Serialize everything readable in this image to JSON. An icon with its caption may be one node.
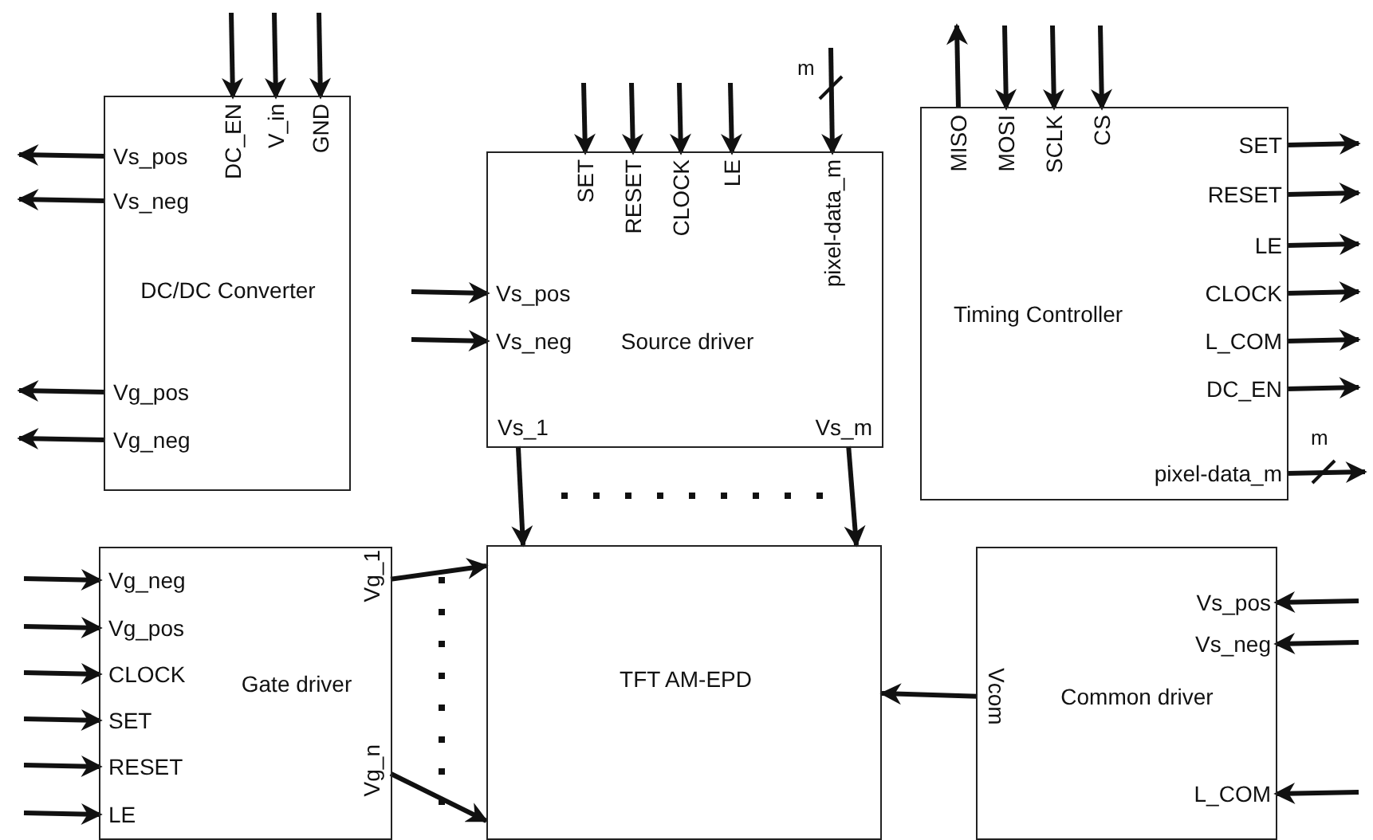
{
  "diagram": {
    "nodes": [
      {
        "text": [
          "DC/DC Converter"
        ]
      },
      {
        "text": [
          "DC_EN"
        ],
        "in": 0
      },
      {
        "text": [
          "V_in"
        ],
        "in": 0
      },
      {
        "text": [
          "GND"
        ],
        "in": 0
      },
      {
        "text": [
          "Vs_pos"
        ],
        "in": 0
      },
      {
        "text": [
          "Vs_neg"
        ],
        "in": 0
      },
      {
        "text": [
          "Vg_pos"
        ],
        "in": 0
      },
      {
        "text": [
          "Vg_neg"
        ],
        "in": 0
      },
      {
        "text": [
          "Source driver"
        ]
      },
      {
        "text": [
          "SET"
        ],
        "in": 8
      },
      {
        "text": [
          "RESET"
        ],
        "in": 8
      },
      {
        "text": [
          "CLOCK"
        ],
        "in": 8
      },
      {
        "text": [
          "LE"
        ],
        "in": 8
      },
      {
        "text": [
          "pixel-data_m"
        ],
        "in": 8
      },
      {
        "text": [
          "Vs_pos"
        ],
        "in": 8
      },
      {
        "text": [
          "Vs_neg"
        ],
        "in": 8
      },
      {
        "text": [
          "Vs_1"
        ],
        "in": 8
      },
      {
        "text": [
          "Vs_m"
        ],
        "in": 8
      },
      {
        "text": [
          "Timing Controller"
        ]
      },
      {
        "text": [
          "MISO"
        ],
        "in": 18
      },
      {
        "text": [
          "MOSI"
        ],
        "in": 18
      },
      {
        "text": [
          "SCLK"
        ],
        "in": 18
      },
      {
        "text": [
          "CS"
        ],
        "in": 18
      },
      {
        "text": [
          "SET"
        ],
        "in": 18
      },
      {
        "text": [
          "RESET"
        ],
        "in": 18
      },
      {
        "text": [
          "LE"
        ],
        "in": 18
      },
      {
        "text": [
          "CLOCK"
        ],
        "in": 18
      },
      {
        "text": [
          "L_COM"
        ],
        "in": 18
      },
      {
        "text": [
          "DC_EN"
        ],
        "in": 18
      },
      {
        "text": [
          "pixel-data_m"
        ],
        "in": 18
      },
      {
        "text": [
          "Gate driver"
        ]
      },
      {
        "text": [
          "Vg_neg"
        ],
        "in": 30
      },
      {
        "text": [
          "Vg_pos"
        ],
        "in": 30
      },
      {
        "text": [
          "CLOCK"
        ],
        "in": 30
      },
      {
        "text": [
          "SET"
        ],
        "in": 30
      },
      {
        "text": [
          "RESET"
        ],
        "in": 30
      },
      {
        "text": [
          "LE"
        ],
        "in": 30
      },
      {
        "text": [
          "Vg_1"
        ],
        "in": 30
      },
      {
        "text": [
          "Vg_n"
        ],
        "in": 30
      },
      {
        "text": [
          "TFT AM-EPD"
        ]
      },
      {
        "text": [
          "Common driver"
        ]
      },
      {
        "text": [
          "Vcom"
        ],
        "in": 40
      },
      {
        "text": [
          "Vs_pos"
        ],
        "in": 40
      },
      {
        "text": [
          "Vs_neg"
        ],
        "in": 40
      },
      {
        "text": [
          "L_COM"
        ],
        "in": 40
      }
    ],
    "edges": [
      {
        "from": null,
        "to": 1,
        "arrow": "to"
      },
      {
        "from": null,
        "to": 2,
        "arrow": "to"
      },
      {
        "from": null,
        "to": 3,
        "arrow": "to"
      },
      {
        "from": 4,
        "to": null,
        "arrow": "to"
      },
      {
        "from": 5,
        "to": null,
        "arrow": "to"
      },
      {
        "from": 6,
        "to": null,
        "arrow": "to"
      },
      {
        "from": 7,
        "to": null,
        "arrow": "to"
      },
      {
        "from": null,
        "to": 9,
        "arrow": "to"
      },
      {
        "from": null,
        "to": 10,
        "arrow": "to"
      },
      {
        "from": null,
        "to": 11,
        "arrow": "to"
      },
      {
        "from": null,
        "to": 12,
        "arrow": "to"
      },
      {
        "from": null,
        "to": 13,
        "arrow": "to",
        "label": "m"
      },
      {
        "from": null,
        "to": 14,
        "arrow": "to"
      },
      {
        "from": null,
        "to": 15,
        "arrow": "to"
      },
      {
        "from": 16,
        "to": 39,
        "arrow": "to"
      },
      {
        "from": 17,
        "to": 39,
        "arrow": "to"
      },
      {
        "from": 19,
        "to": null,
        "arrow": "to"
      },
      {
        "from": null,
        "to": 20,
        "arrow": "to"
      },
      {
        "from": null,
        "to": 21,
        "arrow": "to"
      },
      {
        "from": null,
        "to": 22,
        "arrow": "to"
      },
      {
        "from": 23,
        "to": null,
        "arrow": "to"
      },
      {
        "from": 24,
        "to": null,
        "arrow": "to"
      },
      {
        "from": 25,
        "to": null,
        "arrow": "to"
      },
      {
        "from": 26,
        "to": null,
        "arrow": "to"
      },
      {
        "from": 27,
        "to": null,
        "arrow": "to"
      },
      {
        "from": 28,
        "to": null,
        "arrow": "to"
      },
      {
        "from": 29,
        "to": null,
        "arrow": "to",
        "label": "m"
      },
      {
        "from": null,
        "to": 31,
        "arrow": "to"
      },
      {
        "from": null,
        "to": 32,
        "arrow": "to"
      },
      {
        "from": null,
        "to": 33,
        "arrow": "to"
      },
      {
        "from": null,
        "to": 34,
        "arrow": "to"
      },
      {
        "from": null,
        "to": 35,
        "arrow": "to"
      },
      {
        "from": null,
        "to": 36,
        "arrow": "to"
      },
      {
        "from": 37,
        "to": 39,
        "arrow": "to"
      },
      {
        "from": 38,
        "to": 39,
        "arrow": "to"
      },
      {
        "from": 41,
        "to": 39,
        "arrow": "to"
      },
      {
        "from": null,
        "to": 42,
        "arrow": "to"
      },
      {
        "from": null,
        "to": 43,
        "arrow": "to"
      },
      {
        "from": null,
        "to": 44,
        "arrow": "to"
      }
    ]
  }
}
